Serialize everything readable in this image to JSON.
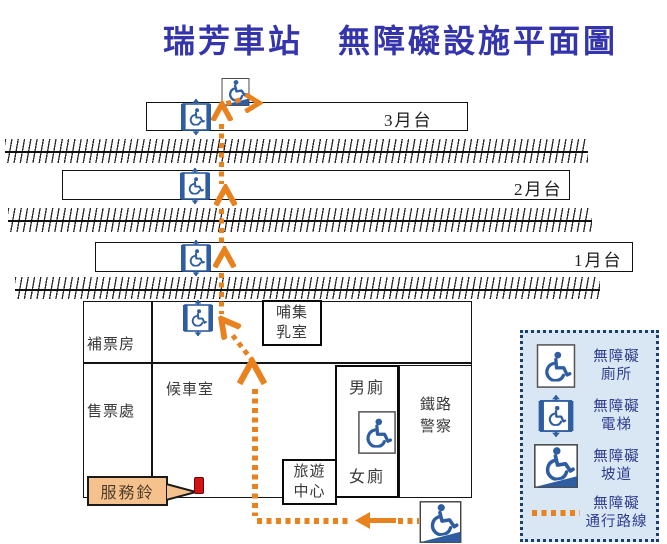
{
  "title": "瑞芳車站　無障礙設施平面圖",
  "platforms": {
    "p3": "3月台",
    "p2": "2月台",
    "p1": "1月台"
  },
  "building": {
    "ticket_supplement_room": "補票房",
    "ticket_office": "售票處",
    "waiting_room": "候車室",
    "nursing_room": {
      "line1": "哺集",
      "line2": "乳室"
    },
    "mens_toilet": "男廁",
    "womens_toilet": "女廁",
    "railway_police": {
      "line1": "鐵路",
      "line2": "警察"
    },
    "travel_center": {
      "line1": "旅遊",
      "line2": "中心"
    },
    "service_bell": "服務鈴"
  },
  "legend": {
    "toilet": {
      "line1": "無障礙",
      "line2": "廁所"
    },
    "elevator": {
      "line1": "無障礙",
      "line2": "電梯"
    },
    "ramp": {
      "line1": "無障礙",
      "line2": "坡道"
    },
    "route": {
      "line1": "無障礙",
      "line2": "通行路線"
    }
  },
  "icons": {
    "accessible_toilet": "wheelchair-in-white-box",
    "accessible_elevator": "wheelchair-in-elevator-frame-with-up-down-arrows",
    "accessible_ramp": "wheelchair-on-blue-ramp",
    "accessible_route": "orange-dotted-line",
    "service_bell_marker": "red-bell-box"
  },
  "colors": {
    "title": "#3434ac",
    "route_orange": "#e8821e",
    "icon_blue": "#2e5ea1",
    "legend_bg": "#d9e6f4",
    "legend_border": "#1c3e6e",
    "legend_text": "#2f3c8f",
    "service_bell_fill": "#f5c28d",
    "bell_red": "#d41414"
  }
}
